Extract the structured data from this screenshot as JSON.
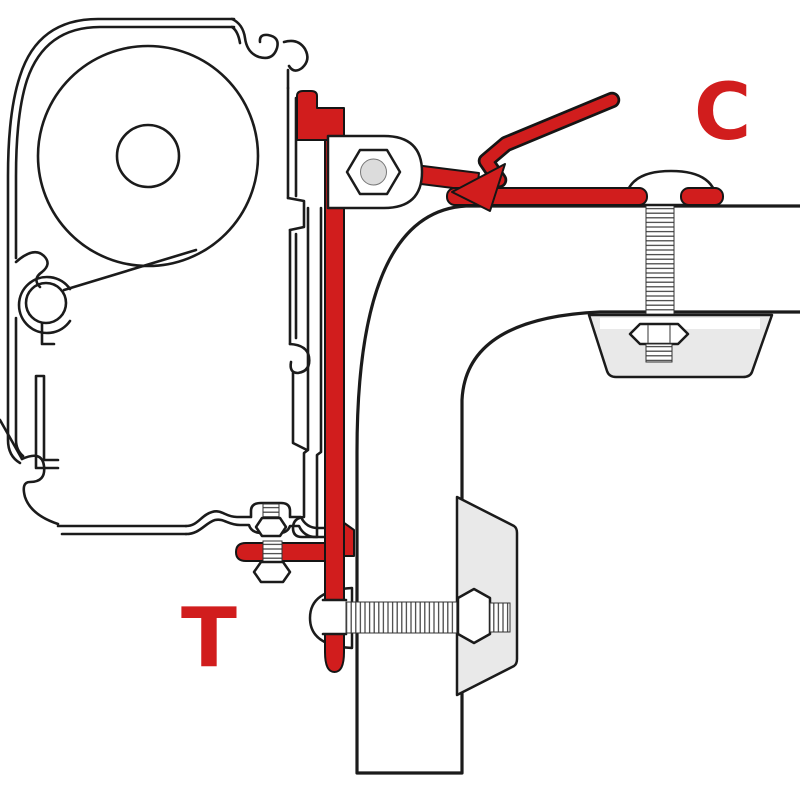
{
  "diagram": {
    "type": "technical-installation-diagram",
    "labels": {
      "c": "C",
      "t": "T"
    },
    "colors": {
      "highlight_red": "#d11d1d",
      "line_black": "#1b1b1b",
      "plate_grey": "#e9e9e9",
      "background": "#ffffff"
    }
  }
}
